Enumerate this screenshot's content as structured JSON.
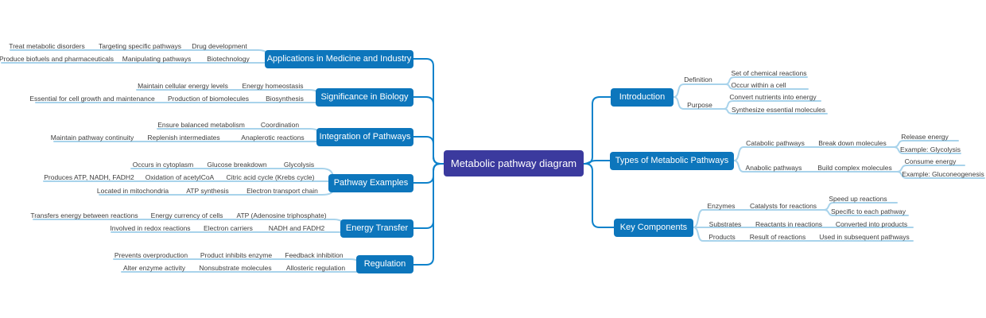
{
  "colors": {
    "background": "#ffffff",
    "root_fill": "#3b3a9e",
    "topic_fill": "#0d76bc",
    "link_stroke": "#0e82cb",
    "subline_stroke": "#a8d3eb",
    "sub_text": "#3c3c3c",
    "node_text": "#ffffff"
  },
  "mindmap": {
    "root_label": "Metabolic pathway diagram",
    "left_branches": [
      {
        "label": "Applications in Medicine and Industry",
        "rows": [
          [
            "Treat metabolic disorders",
            "Targeting specific pathways",
            "Drug development"
          ],
          [
            "Produce biofuels and pharmaceuticals",
            "Manipulating pathways",
            "Biotechnology"
          ]
        ]
      },
      {
        "label": "Significance in Biology",
        "rows": [
          [
            "Maintain cellular energy levels",
            "Energy homeostasis"
          ],
          [
            "Essential for cell growth and maintenance",
            "Production of biomolecules",
            "Biosynthesis"
          ]
        ]
      },
      {
        "label": "Integration of Pathways",
        "rows": [
          [
            "Ensure balanced metabolism",
            "Coordination"
          ],
          [
            "Maintain pathway continuity",
            "Replenish intermediates",
            "Anaplerotic reactions"
          ]
        ]
      },
      {
        "label": "Pathway Examples",
        "rows": [
          [
            "Occurs in cytoplasm",
            "Glucose breakdown",
            "Glycolysis"
          ],
          [
            "Produces ATP, NADH, FADH2",
            "Oxidation of acetylCoA",
            "Citric acid cycle (Krebs cycle)"
          ],
          [
            "Located in mitochondria",
            "ATP synthesis",
            "Electron transport chain"
          ]
        ]
      },
      {
        "label": "Energy Transfer",
        "rows": [
          [
            "Transfers energy between reactions",
            "Energy currency of cells",
            "ATP (Adenosine triphosphate)"
          ],
          [
            "Involved in redox reactions",
            "Electron carriers",
            "NADH and FADH2"
          ]
        ]
      },
      {
        "label": "Regulation",
        "rows": [
          [
            "Prevents overproduction",
            "Product inhibits enzyme",
            "Feedback inhibition"
          ],
          [
            "Alter enzyme activity",
            "Nonsubstrate molecules",
            "Allosteric regulation"
          ]
        ]
      }
    ],
    "right_branches": [
      {
        "label": "Introduction",
        "children": [
          {
            "label": "Definition",
            "leaves": [
              "Set of chemical reactions",
              "Occur within a cell"
            ]
          },
          {
            "label": "Purpose",
            "leaves": [
              "Convert nutrients into energy",
              "Synthesize essential molecules"
            ]
          }
        ]
      },
      {
        "label": "Types of Metabolic Pathways",
        "children": [
          {
            "label": "Catabolic pathways",
            "mid": "Break down molecules",
            "leaves": [
              "Release energy",
              "Example: Glycolysis"
            ]
          },
          {
            "label": "Anabolic pathways",
            "mid": "Build complex molecules",
            "leaves": [
              "Consume energy",
              "Example: Gluconeogenesis"
            ]
          }
        ]
      },
      {
        "label": "Key Components",
        "children": [
          {
            "label": "Enzymes",
            "mid": "Catalysts for reactions",
            "leaves": [
              "Speed up reactions",
              "Specific to each pathway"
            ]
          },
          {
            "label": "Substrates",
            "mid": "Reactants in reactions",
            "leaves": [
              "Converted into products"
            ]
          },
          {
            "label": "Products",
            "mid": "Result of reactions",
            "leaves": [
              "Used in subsequent pathways"
            ]
          }
        ]
      }
    ]
  }
}
